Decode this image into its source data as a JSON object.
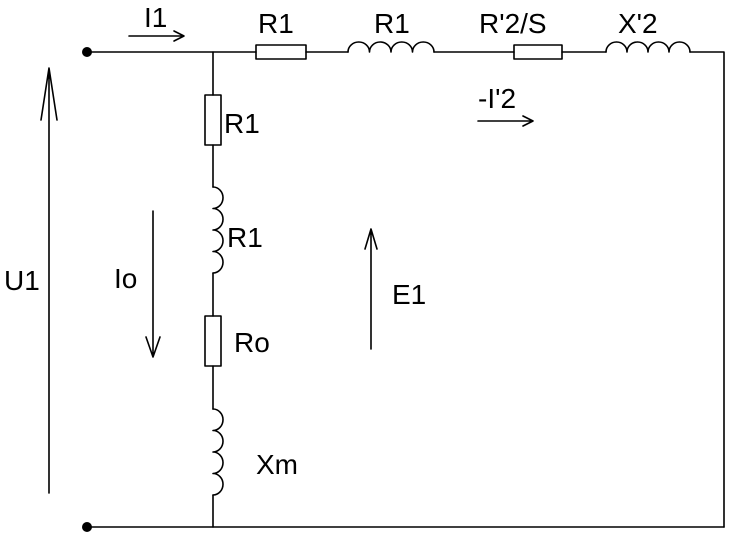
{
  "labels": {
    "u1": "U1",
    "i1": "I1",
    "series_r": "R1",
    "series_x": "R1",
    "rotor_r": "R'2/S",
    "rotor_x": "X'2",
    "rotor_current": "-I'2",
    "shunt_r": "R1",
    "shunt_x": "R1",
    "io": "Io",
    "ro": "Ro",
    "xm": "Xm",
    "e1": "E1"
  }
}
